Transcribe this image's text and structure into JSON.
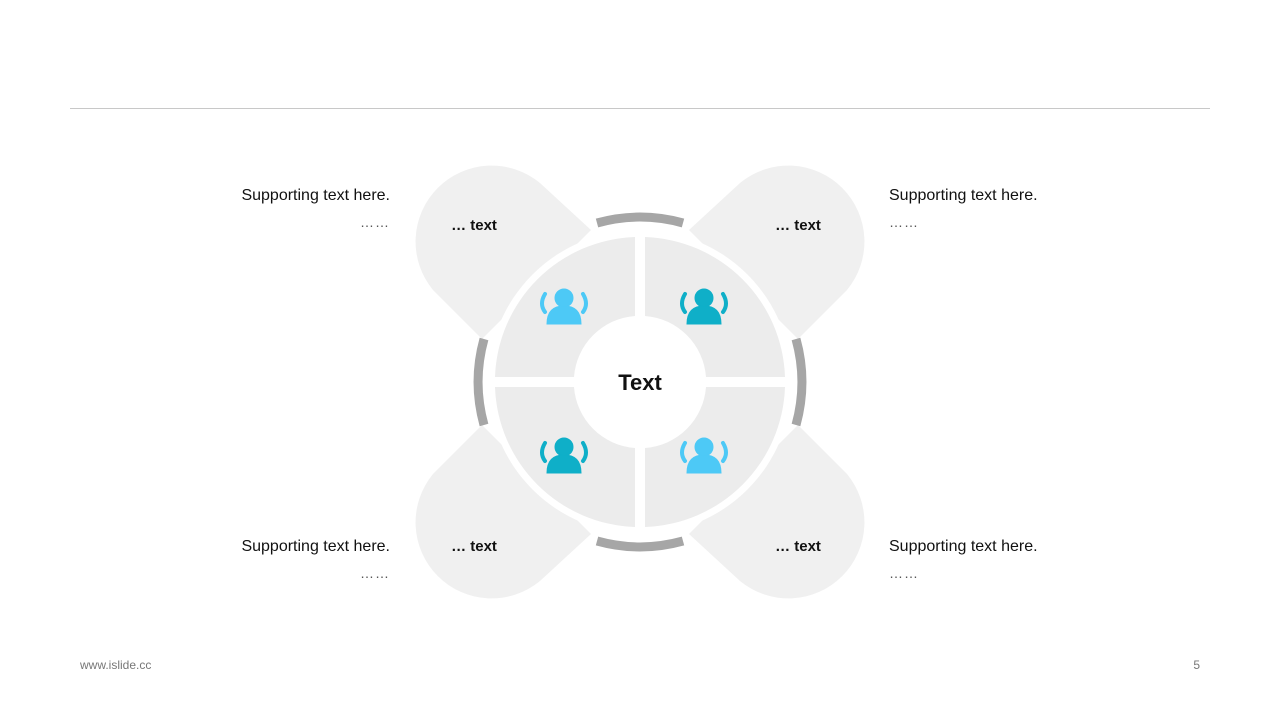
{
  "center_label": "Text",
  "petals": [
    {
      "id": "top-left",
      "label": "… text",
      "supporting_text": "Supporting text here.",
      "ellipsis": "……",
      "icon": "users-icon",
      "icon_color": "#4dc9f6"
    },
    {
      "id": "top-right",
      "label": "… text",
      "supporting_text": "Supporting text here.",
      "ellipsis": "……",
      "icon": "users-icon",
      "icon_color": "#0fafc8"
    },
    {
      "id": "bottom-left",
      "label": "… text",
      "supporting_text": "Supporting text here.",
      "ellipsis": "……",
      "icon": "users-icon",
      "icon_color": "#0fafc8"
    },
    {
      "id": "bottom-right",
      "label": "… text",
      "supporting_text": "Supporting text here.",
      "ellipsis": "……",
      "icon": "users-icon",
      "icon_color": "#4dc9f6"
    }
  ],
  "colors": {
    "petal": "#f0f0f0",
    "segment": "#ececec",
    "arc": "#a6a6a6",
    "rule": "#c8c8c8"
  },
  "footer": {
    "url": "www.islide.cc",
    "page": "5"
  }
}
